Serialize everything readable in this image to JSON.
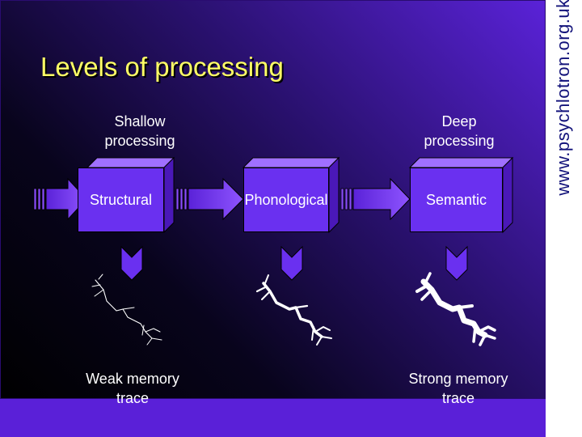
{
  "title": "Levels of processing",
  "side_url": "www.psychlotron.org.uk",
  "headers": {
    "shallow": [
      "Shallow",
      "processing"
    ],
    "deep": [
      "Deep",
      "processing"
    ]
  },
  "levels": [
    {
      "label": "Structural"
    },
    {
      "label": "Phonological"
    },
    {
      "label": "Semantic"
    }
  ],
  "traces": {
    "weak": [
      "Weak memory",
      "trace"
    ],
    "strong": [
      "Strong memory",
      "trace"
    ]
  },
  "colors": {
    "title": "#ffff66",
    "box_face": "#6a30f0",
    "arrow": "#8a4cff",
    "text": "#ffffff",
    "side_text": "#12127a"
  }
}
